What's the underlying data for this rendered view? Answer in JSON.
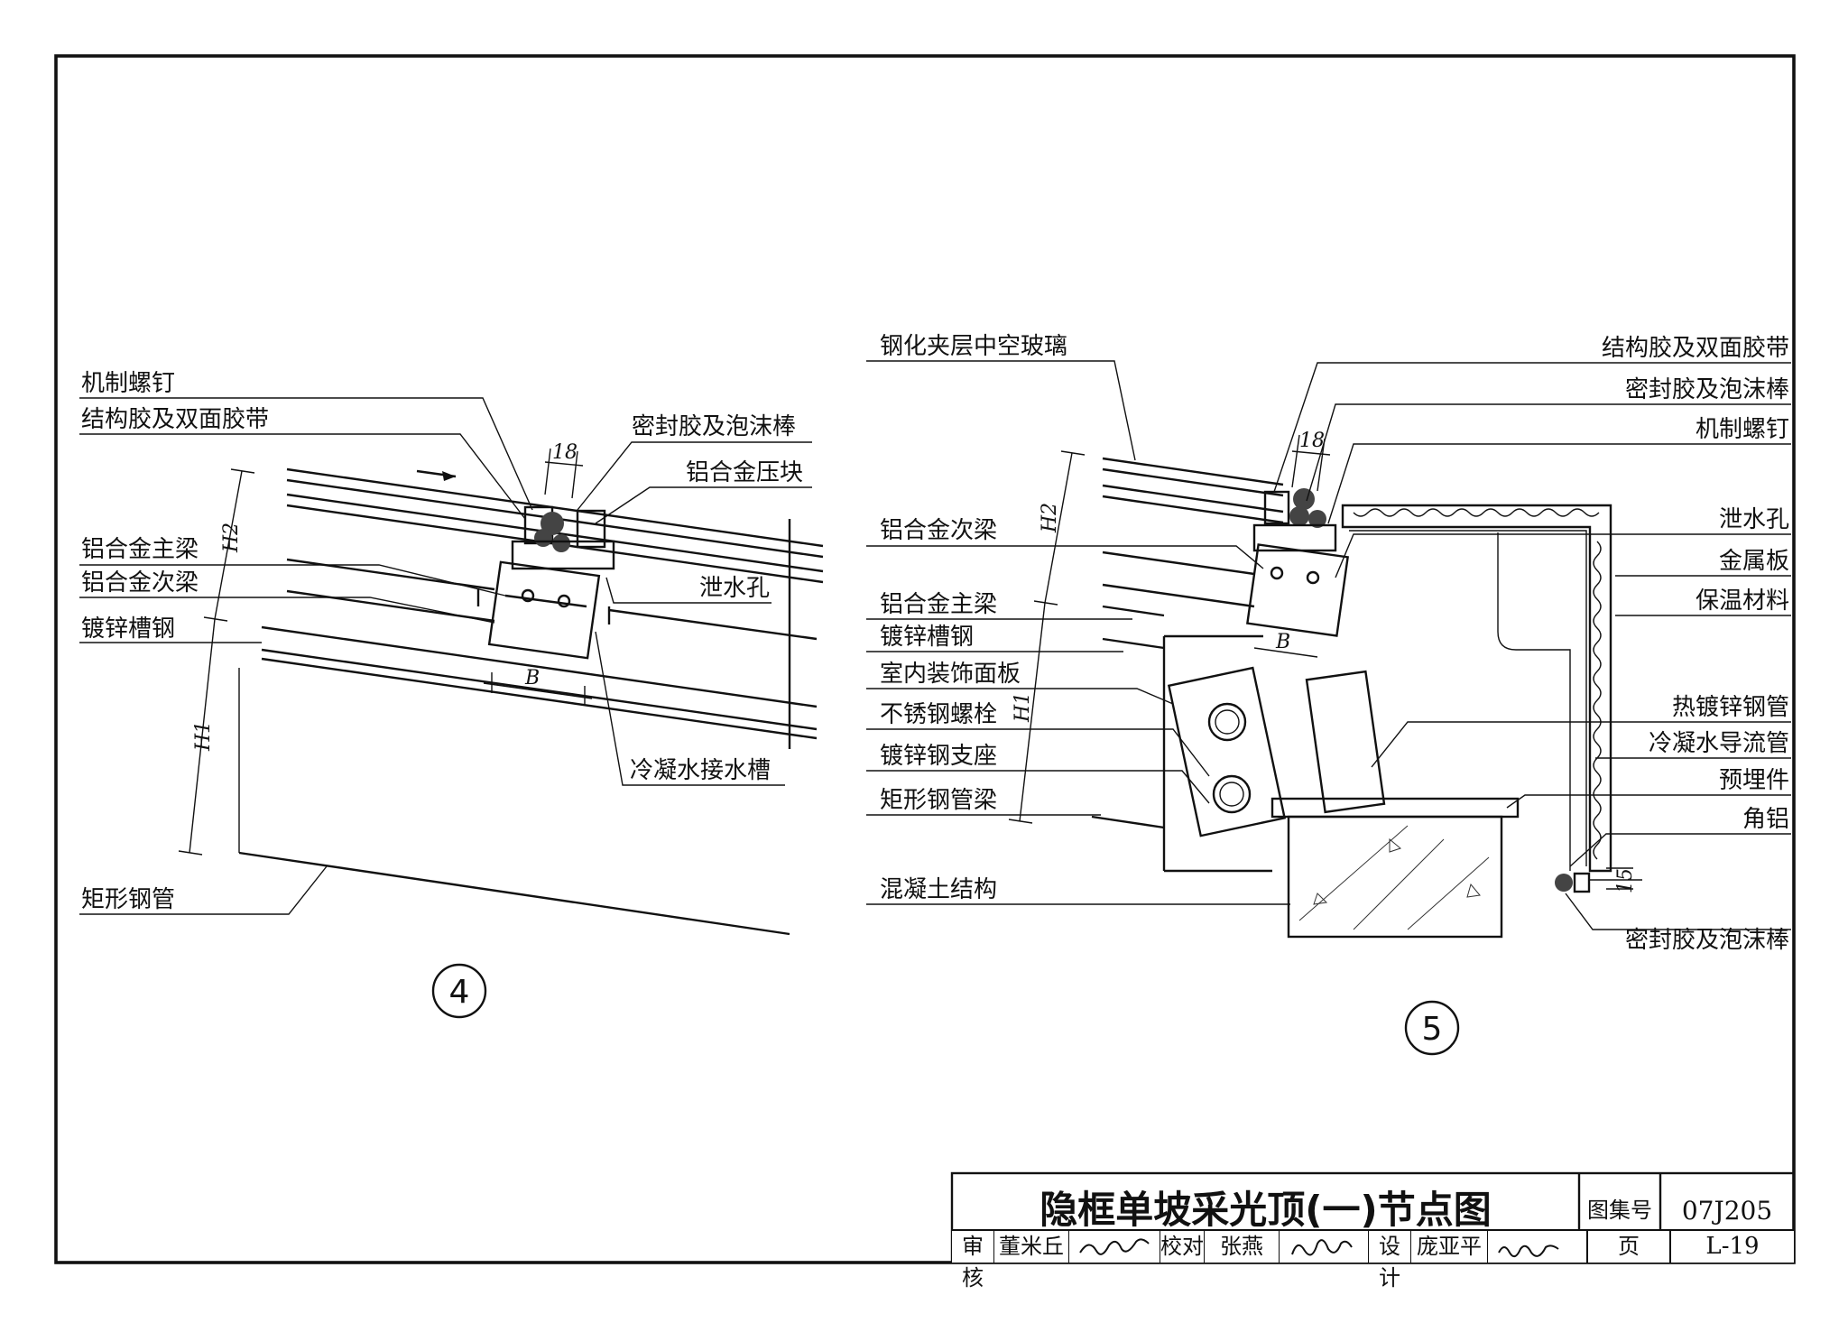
{
  "drawing": {
    "detail4": {
      "marker": "4",
      "labels": {
        "screw": "机制螺钉",
        "structural_glue": "结构胶及双面胶带",
        "sealant": "密封胶及泡沫棒",
        "pressure_block": "铝合金压块",
        "main_beam": "铝合金主梁",
        "secondary_beam": "铝合金次梁",
        "channel_steel": "镀锌槽钢",
        "drain_hole": "泄水孔",
        "condensate_trough": "冷凝水接水槽",
        "rect_tube": "矩形钢管"
      },
      "dims": {
        "d18": "18",
        "b": "B",
        "h1": "H1",
        "h2": "H2"
      }
    },
    "detail5": {
      "marker": "5",
      "labels": {
        "glass": "钢化夹层中空玻璃",
        "structural_glue": "结构胶及双面胶带",
        "sealant_top": "密封胶及泡沫棒",
        "screw": "机制螺钉",
        "secondary_beam": "铝合金次梁",
        "drain_hole": "泄水孔",
        "metal_plate": "金属板",
        "main_beam": "铝合金主梁",
        "insulation": "保温材料",
        "channel_steel": "镀锌槽钢",
        "interior_panel": "室内装饰面板",
        "hot_dip_pipe": "热镀锌钢管",
        "stainless_bolt": "不锈钢螺栓",
        "condensate_pipe": "冷凝水导流管",
        "steel_support": "镀锌钢支座",
        "embedded_part": "预埋件",
        "rect_tube_beam": "矩形钢管梁",
        "angle_al": "角铝",
        "concrete": "混凝土结构",
        "sealant_bottom": "密封胶及泡沫棒"
      },
      "dims": {
        "d18": "18",
        "d15": "15",
        "b": "B",
        "h1": "H1",
        "h2": "H2"
      }
    }
  },
  "title_block": {
    "title": "隐框单坡采光顶(一)节点图",
    "atlas_label": "图集号",
    "atlas_no": "07J205",
    "review_label": "审核",
    "reviewer": "董米丘",
    "check_label": "校对",
    "checker": "张燕",
    "design_label": "设计",
    "designer": "庞亚平",
    "page_label": "页",
    "page_no": "L-19"
  }
}
